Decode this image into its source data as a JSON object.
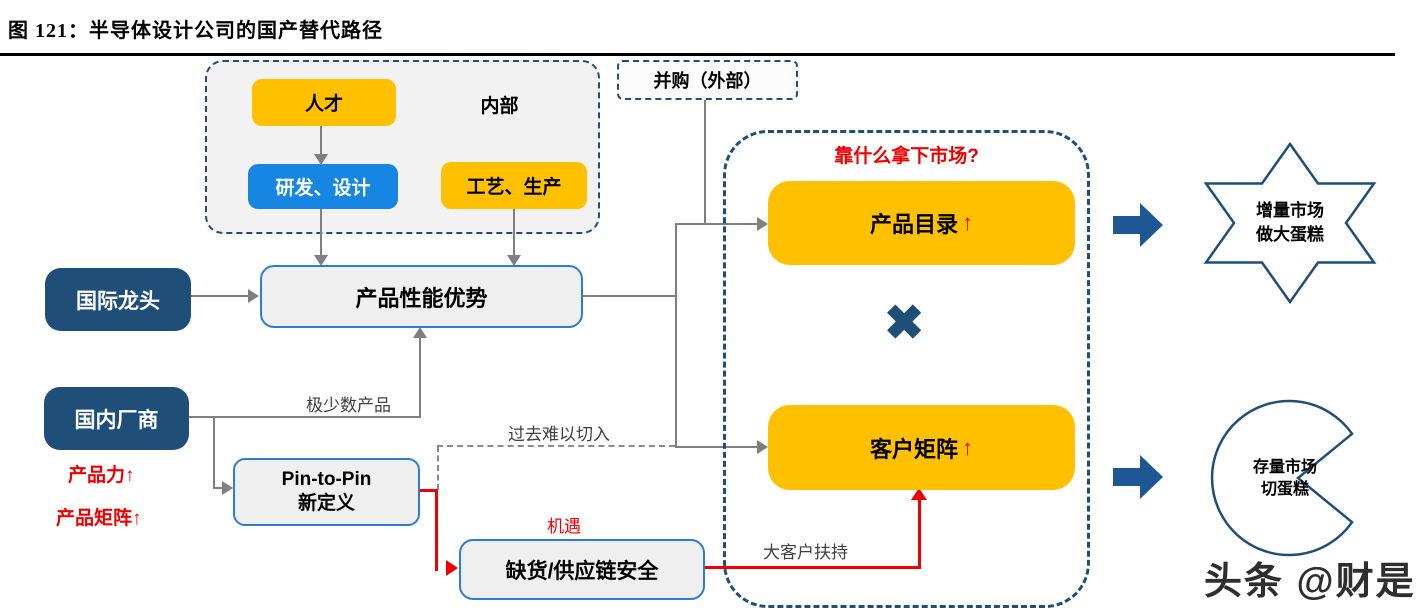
{
  "title": "图 121：半导体设计公司的国产替代路径",
  "internal_group": {
    "heading": "内部",
    "talent": "人才",
    "rd": "研发、设计",
    "craft": "工艺、生产"
  },
  "external": {
    "merger": "并购（外部）"
  },
  "left_nodes": {
    "international": "国际龙头",
    "domestic": "国内厂商",
    "product_power": "产品力↑",
    "product_matrix": "产品矩阵↑"
  },
  "center_nodes": {
    "performance": "产品性能优势",
    "pin_line1": "Pin-to-Pin",
    "pin_line2": "新定义",
    "shortage": "缺货/供应链安全"
  },
  "edge_labels": {
    "few_products": "极少数产品",
    "hard_to_enter": "过去难以切入",
    "opportunity": "机遇",
    "key_account": "大客户扶持"
  },
  "market_panel": {
    "question": "靠什么拿下市场?",
    "catalog": "产品目录",
    "customer": "客户矩阵",
    "up": "↑",
    "multiply": "✖"
  },
  "outcomes": {
    "incremental_1": "增量市场",
    "incremental_2": "做大蛋糕",
    "stock_1": "存量市场",
    "stock_2": "切蛋糕"
  },
  "watermark": "头条 @财是",
  "colors": {
    "yellow": "#FFC000",
    "navy": "#1F4E79",
    "blue": "#1786E3",
    "line_gray": "#7F7F7F",
    "red": "#EE0000",
    "panel_border": "#2B7CD3"
  }
}
